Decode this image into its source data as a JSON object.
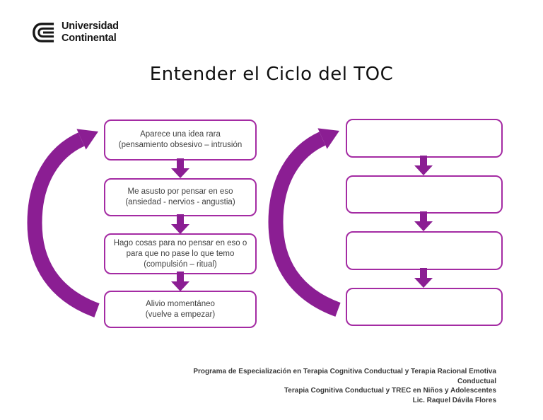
{
  "logo": {
    "line1": "Universidad",
    "line2": "Continental"
  },
  "title": "Entender el Ciclo del TOC",
  "colors": {
    "accent": "#A42BA3",
    "accent_dark": "#8B1E93",
    "box_text": "#404040"
  },
  "left_boxes": [
    [
      "Aparece una idea rara",
      "(pensamiento obsesivo – intrusión"
    ],
    [
      "Me asusto por pensar en eso",
      "(ansiedad - nervios - angustia)"
    ],
    [
      "Hago cosas para no pensar en eso o",
      "para que no pase lo que temo",
      "(compulsión – ritual)"
    ],
    [
      "Alivio momentáneo",
      "(vuelve a empezar)"
    ]
  ],
  "right_boxes_count": 4,
  "footer": {
    "lines": [
      "Programa de Especialización en Terapia Cognitiva Conductual y Terapia Racional Emotiva Conductual",
      "Terapia Cognitiva Conductual y TREC en Niños y Adolescentes",
      "Lic. Raquel Dávila Flores"
    ]
  }
}
